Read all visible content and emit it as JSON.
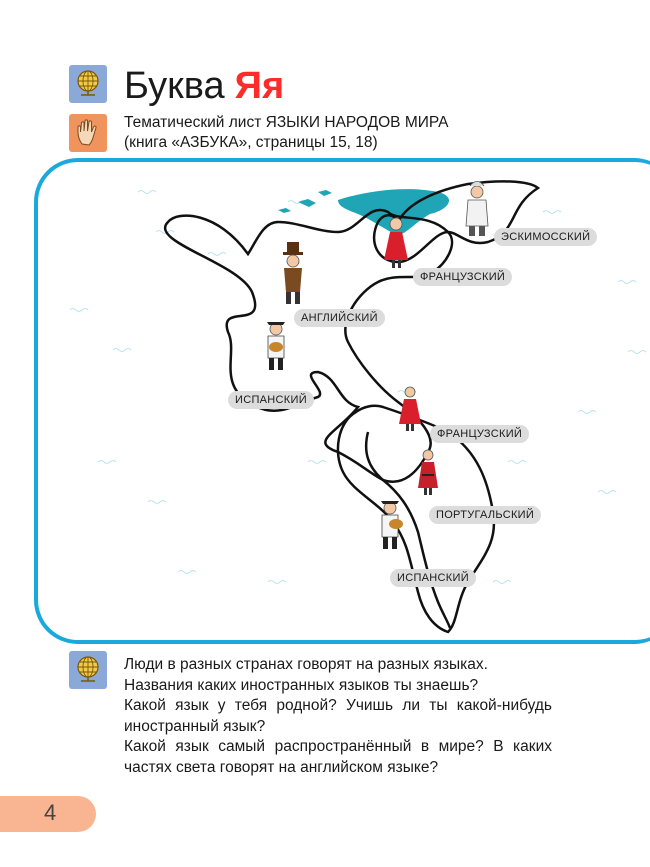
{
  "header": {
    "title": "Буква",
    "letters": "Яя",
    "subtitle_line1": "Тематический лист ЯЗЫКИ НАРОДОВ МИРА",
    "subtitle_line2": "(книга «АЗБУКА», страницы 15, 18)"
  },
  "icons": {
    "header_globe": "globe-icon",
    "header_hand": "hand-icon",
    "question_globe": "globe-icon"
  },
  "map": {
    "languages": [
      "ЭСКИМОССКИЙ",
      "ФРАНЦУЗСКИЙ",
      "АНГЛИЙСКИЙ",
      "ИСПАНСКИЙ",
      "ФРАНЦУЗСКИЙ",
      "ПОРТУГАЛЬСКИЙ",
      "ИСПАНСКИЙ"
    ]
  },
  "question": {
    "line1": "Люди в разных странах говорят на разных языках.",
    "line2": "Названия каких иностранных языков ты знаешь?",
    "line3": "Какой язык у тебя родной? Учишь ли ты какой-нибудь иностранный язык?",
    "line4": "Какой язык самый распространённый в мире? В каких частях света говорят на английском языке?"
  },
  "footer": {
    "page_number": "4"
  },
  "colors": {
    "accent_red": "#ff2a2a",
    "frame_blue": "#1aa9dc",
    "greenland": "#1fa5b5",
    "globe_box": "#8aa8d8",
    "hand_box": "#f0935c",
    "page_tab": "#f9b592"
  }
}
